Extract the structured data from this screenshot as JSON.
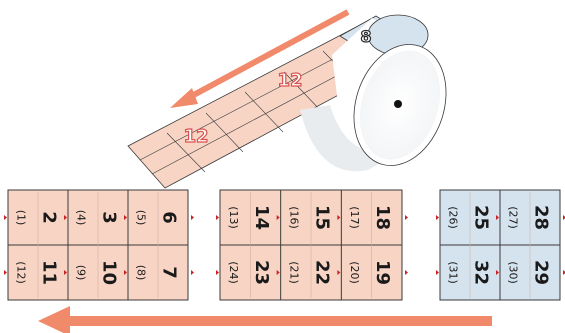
{
  "roll": {
    "badges": [
      {
        "text": "8",
        "color": "#ffffff",
        "stroke": "#2b2b2b"
      },
      {
        "text": "12",
        "color": "#ffffff",
        "stroke": "#d9534f"
      },
      {
        "text": "12",
        "color": "#ffffff",
        "stroke": "#d9534f"
      }
    ],
    "colors": {
      "pink": "#f8d4c5",
      "blue": "#d5e3ef",
      "arrow": "#f08a6a",
      "line": "#3a3a3a",
      "marker": "#cc2222"
    }
  },
  "sheets": [
    {
      "id": "sheet-1",
      "color": "#f8d4c5",
      "top": [
        {
          "big": "2",
          "small": "(1)"
        },
        {
          "big": "3",
          "small": "(4)"
        },
        {
          "big": "6",
          "small": "(5)"
        }
      ],
      "bottom": [
        {
          "big": "11",
          "small": "(12)"
        },
        {
          "big": "10",
          "small": "(9)"
        },
        {
          "big": "7",
          "small": "(8)"
        }
      ]
    },
    {
      "id": "sheet-2",
      "color": "#f8d4c5",
      "top": [
        {
          "big": "14",
          "small": "(13)"
        },
        {
          "big": "15",
          "small": "(16)"
        },
        {
          "big": "18",
          "small": "(17)"
        }
      ],
      "bottom": [
        {
          "big": "23",
          "small": "(24)"
        },
        {
          "big": "22",
          "small": "(21)"
        },
        {
          "big": "19",
          "small": "(20)"
        }
      ]
    },
    {
      "id": "sheet-3",
      "color": "#d5e3ef",
      "top": [
        {
          "big": "25",
          "small": "(26)"
        },
        {
          "big": "28",
          "small": "(27)"
        }
      ],
      "bottom": [
        {
          "big": "32",
          "small": "(31)"
        },
        {
          "big": "29",
          "small": "(30)"
        }
      ]
    }
  ]
}
